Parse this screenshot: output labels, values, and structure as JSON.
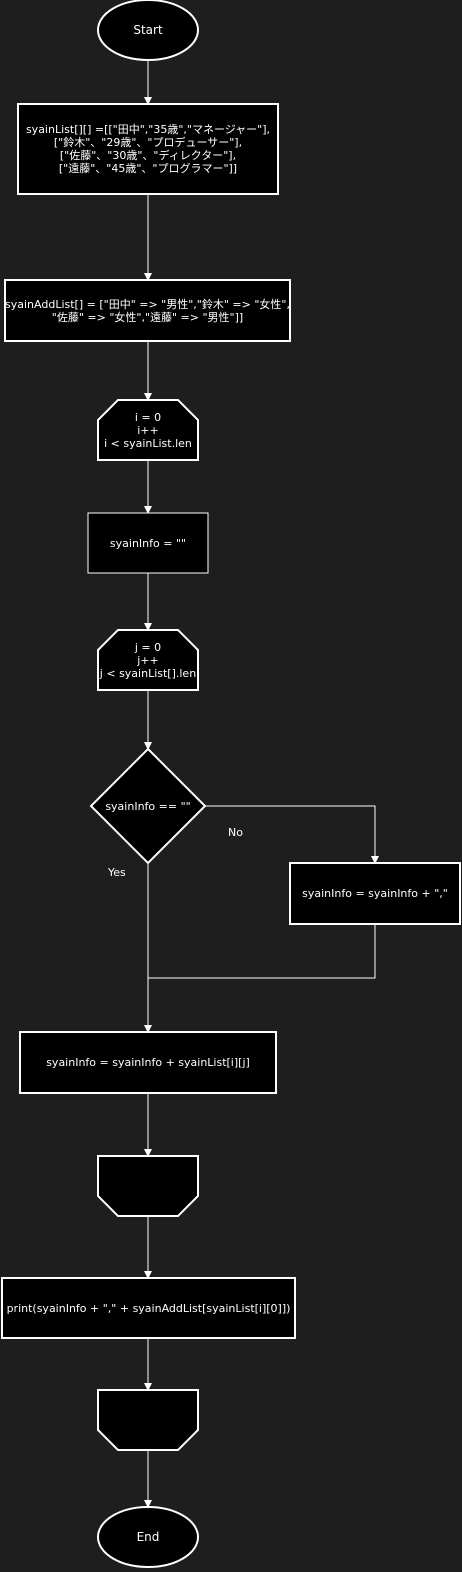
{
  "diagram": {
    "nodes": {
      "start": "Start",
      "syain_list": "syainList[][] =[[\"田中\",\"35歳\",\"マネージャー\"],\n[\"鈴木\"、\"29歳\"、\"プロデューサー\"],\n[\"佐藤\"、\"30歳\"、\"ディレクター\"],\n[\"遠藤\"、\"45歳\"、\"プログラマー\"]]",
      "syain_add_list": "syainAddList[] = [\"田中\" => \"男性\",\"鈴木\" => \"女性\",\n\"佐藤\" => \"女性\",\"遠藤\" => \"男性\"]]",
      "loop_i": "i = 0\ni++\ni < syainList.len",
      "init_info": "syainInfo = \"\"",
      "loop_j": "j = 0\nj++\nj < syainList[].len",
      "decision": "syainInfo == \"\"",
      "append_comma": "syainInfo = syainInfo + \",\"",
      "append_value": "syainInfo = syainInfo + syainList[i][j]",
      "loop_j_end": "",
      "print": "print(syainInfo + \",\" + syainAddList[syainList[i][0]])",
      "loop_i_end": "",
      "end": "End"
    },
    "edge_labels": {
      "no": "No",
      "yes": "Yes"
    }
  }
}
